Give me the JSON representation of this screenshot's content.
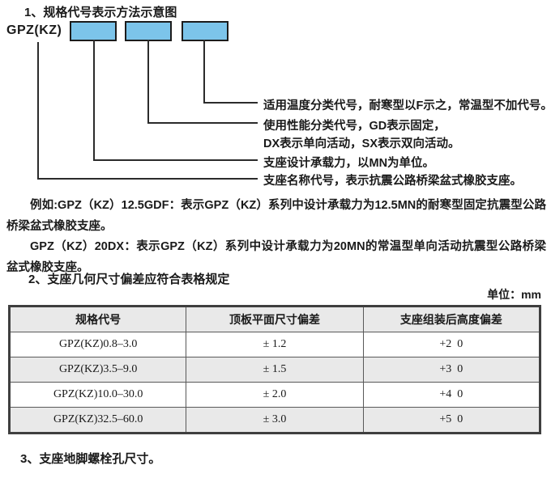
{
  "colors": {
    "box_blue": "#7cc4ea",
    "line_dark": "#2b2b2b",
    "table_alt_gray": "#e9e9e9"
  },
  "section1": {
    "heading": "1、规格代号表示方法示意图",
    "diagram": {
      "prefix_label": "GPZ(KZ)",
      "box_count": 3,
      "callouts": [
        {
          "target": "box-3",
          "lines": [
            "适用温度分类代号，耐寒型以F示之，常温型不加代号。"
          ]
        },
        {
          "target": "box-2",
          "lines": [
            "使用性能分类代号，GD表示固定，",
            "DX表示单向活动，SX表示双向活动。"
          ]
        },
        {
          "target": "box-1",
          "lines": [
            "支座设计承载力，以MN为单位。"
          ]
        },
        {
          "target": "prefix",
          "lines": [
            "支座名称代号，表示抗震公路桥梁盆式橡胶支座。"
          ]
        }
      ]
    },
    "examples": [
      "例如:GPZ（KZ）12.5GDF：表示GPZ（KZ）系列中设计承载力为12.5MN的耐寒型固定抗震型公路桥梁盆式橡胶支座。",
      "GPZ（KZ）20DX：表示GPZ（KZ）系列中设计承载力为20MN的常温型单向活动抗震型公路桥梁盆式橡胶支座。"
    ]
  },
  "section2": {
    "heading": "2、支座几何尺寸偏差应符合表格规定",
    "unit_label": "单位：mm",
    "table": {
      "headers": [
        "规格代号",
        "顶板平面尺寸偏差",
        "支座组装后高度偏差"
      ],
      "rows": [
        [
          "GPZ(KZ)0.8–3.0",
          "± 1.2",
          "+2  0"
        ],
        [
          "GPZ(KZ)3.5–9.0",
          "± 1.5",
          "+3  0"
        ],
        [
          "GPZ(KZ)10.0–30.0",
          "± 2.0",
          "+4  0"
        ],
        [
          "GPZ(KZ)32.5–60.0",
          "± 3.0",
          "+5  0"
        ]
      ]
    }
  },
  "section3": {
    "heading": "3、支座地脚螺栓孔尺寸。"
  }
}
